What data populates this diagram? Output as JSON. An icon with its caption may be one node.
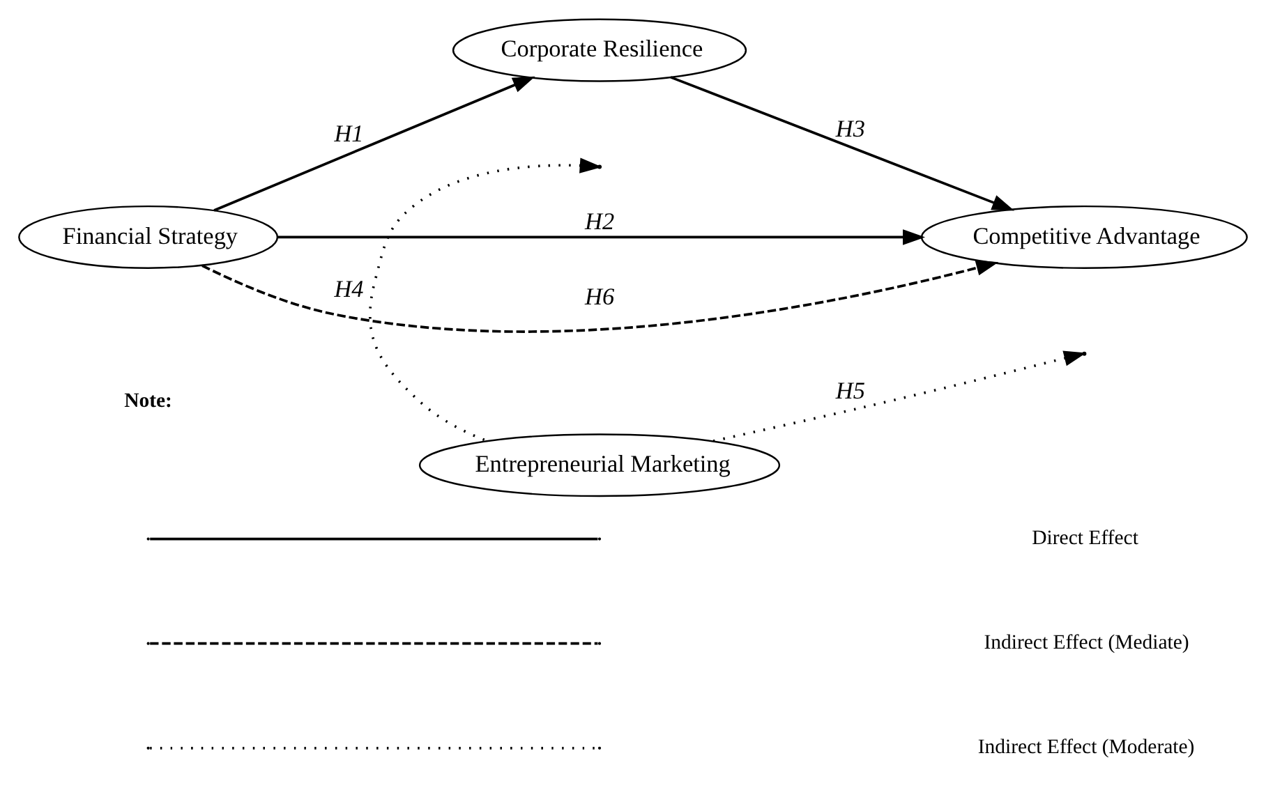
{
  "diagram": {
    "nodes": [
      {
        "text": [
          "Entrepreneurial Marketing"
        ]
      },
      {
        "text": [
          "Financial Strategy"
        ]
      },
      {
        "text": [
          "Corporate Resilience"
        ]
      },
      {
        "text": [
          "Competitive Advantage"
        ]
      }
    ],
    "edges": [
      {
        "from": 1,
        "to": 2,
        "arrow": "to",
        "label": "H1"
      },
      {
        "from": 1,
        "to": 3,
        "arrow": "to",
        "label": "H2"
      },
      {
        "from": 2,
        "to": 3,
        "arrow": "to",
        "label": "H3"
      },
      {
        "from": 0,
        "to": null,
        "arrow": "to",
        "label": "H4",
        "style": "dashed"
      },
      {
        "from": 0,
        "to": null,
        "arrow": "to",
        "label": "H5",
        "style": "dashed"
      },
      {
        "from": 1,
        "to": 3,
        "arrow": "to",
        "label": "H6",
        "style": "dashed"
      }
    ],
    "labels": [
      "Note:"
    ],
    "legend": [
      {
        "text": "Direct Effect"
      },
      {
        "text": "Indirect Effect (Mediate)"
      },
      {
        "text": "Indirect Effect (Moderate)"
      }
    ]
  }
}
